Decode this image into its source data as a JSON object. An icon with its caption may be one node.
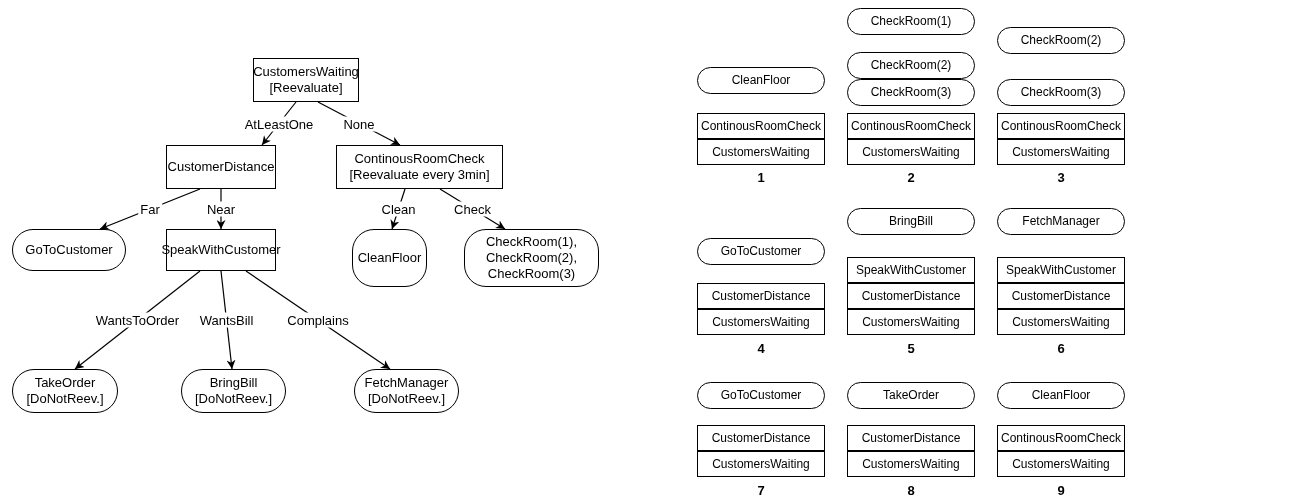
{
  "diagram": {
    "nodes": [
      {
        "text": [
          "CustomersWaiting [Reevaluate]"
        ]
      },
      {
        "text": [
          "CustomerDistance"
        ]
      },
      {
        "text": [
          "ContinousRoomCheck [Reevaluate every 3min]"
        ]
      },
      {
        "text": [
          "GoToCustomer"
        ]
      },
      {
        "text": [
          "SpeakWithCustomer"
        ]
      },
      {
        "text": [
          "CleanFloor"
        ]
      },
      {
        "text": [
          "CheckRoom(1), CheckRoom(2), CheckRoom(3)"
        ]
      },
      {
        "text": [
          "TakeOrder [DoNotReev.]"
        ]
      },
      {
        "text": [
          "BringBill [DoNotReev.]"
        ]
      },
      {
        "text": [
          "FetchManager [DoNotReev.]"
        ]
      },
      {
        "text": [
          "CleanFloor"
        ]
      },
      {
        "text": [
          "ContinousRoomCheck"
        ]
      },
      {
        "text": [
          "CustomersWaiting"
        ]
      },
      {
        "text": [
          "CheckRoom(1)"
        ]
      },
      {
        "text": [
          "CheckRoom(2)"
        ]
      },
      {
        "text": [
          "CheckRoom(3)"
        ]
      },
      {
        "text": [
          "ContinousRoomCheck"
        ]
      },
      {
        "text": [
          "CustomersWaiting"
        ]
      },
      {
        "text": [
          "CheckRoom(2)"
        ]
      },
      {
        "text": [
          "CheckRoom(3)"
        ]
      },
      {
        "text": [
          "ContinousRoomCheck"
        ]
      },
      {
        "text": [
          "CustomersWaiting"
        ]
      },
      {
        "text": [
          "GoToCustomer"
        ]
      },
      {
        "text": [
          "CustomerDistance"
        ]
      },
      {
        "text": [
          "CustomersWaiting"
        ]
      },
      {
        "text": [
          "BringBill"
        ]
      },
      {
        "text": [
          "SpeakWithCustomer"
        ]
      },
      {
        "text": [
          "CustomerDistance"
        ]
      },
      {
        "text": [
          "CustomersWaiting"
        ]
      },
      {
        "text": [
          "FetchManager"
        ]
      },
      {
        "text": [
          "SpeakWithCustomer"
        ]
      },
      {
        "text": [
          "CustomerDistance"
        ]
      },
      {
        "text": [
          "CustomersWaiting"
        ]
      },
      {
        "text": [
          "GoToCustomer"
        ]
      },
      {
        "text": [
          "CustomerDistance"
        ]
      },
      {
        "text": [
          "CustomersWaiting"
        ]
      },
      {
        "text": [
          "TakeOrder"
        ]
      },
      {
        "text": [
          "CustomerDistance"
        ]
      },
      {
        "text": [
          "CustomersWaiting"
        ]
      },
      {
        "text": [
          "CleanFloor"
        ]
      },
      {
        "text": [
          "ContinousRoomCheck"
        ]
      },
      {
        "text": [
          "CustomersWaiting"
        ]
      }
    ],
    "edges": [
      {
        "from": 0,
        "to": 1,
        "arrow": "to",
        "label": "AtLeastOne"
      },
      {
        "from": 0,
        "to": 2,
        "arrow": "to",
        "label": "None"
      },
      {
        "from": 1,
        "to": 3,
        "arrow": "to",
        "label": "Far"
      },
      {
        "from": 1,
        "to": 4,
        "arrow": "to",
        "label": "Near"
      },
      {
        "from": 2,
        "to": 5,
        "arrow": "to",
        "label": "Clean"
      },
      {
        "from": 2,
        "to": 6,
        "arrow": "to",
        "label": "Check"
      },
      {
        "from": 4,
        "to": 7,
        "arrow": "to",
        "label": "WantsToOrder"
      },
      {
        "from": 4,
        "to": 8,
        "arrow": "to",
        "label": "WantsBill"
      },
      {
        "from": 4,
        "to": 9,
        "arrow": "to",
        "label": "Complains"
      }
    ],
    "labels": [
      "1",
      "2",
      "3",
      "4",
      "5",
      "6",
      "7",
      "8",
      "9"
    ]
  }
}
